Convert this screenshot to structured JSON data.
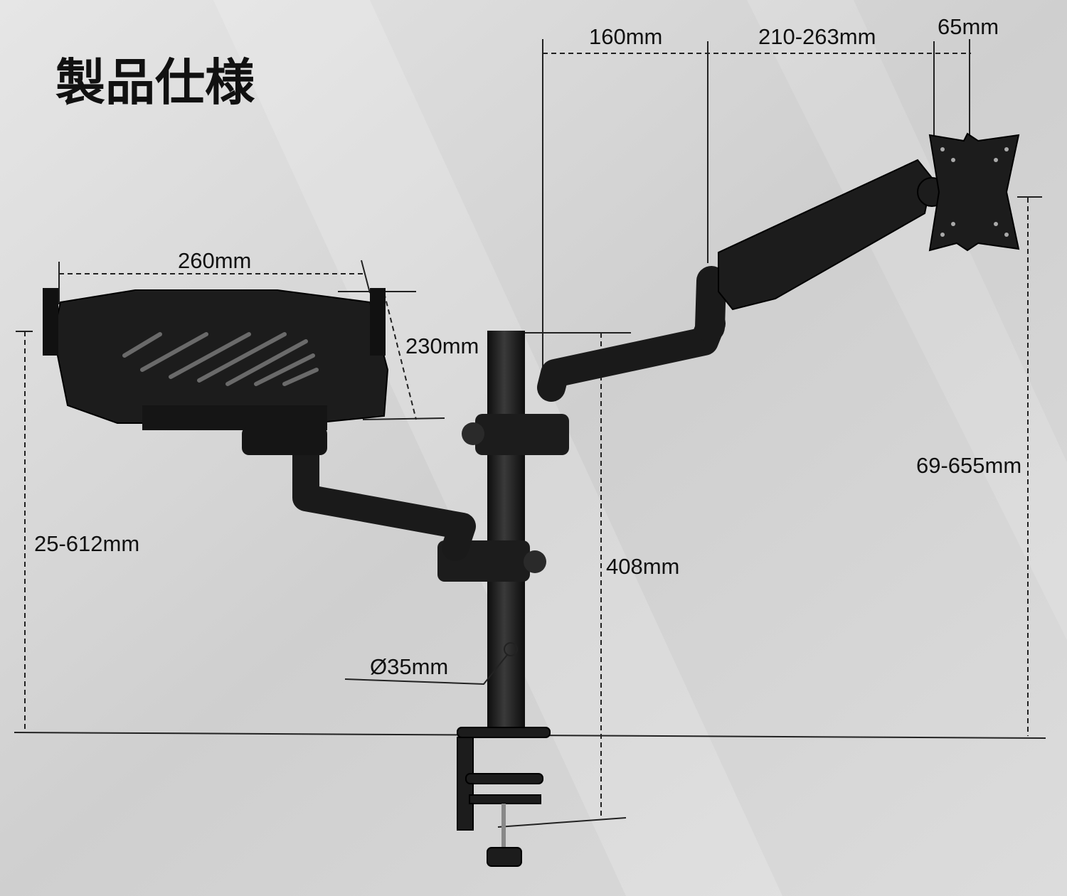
{
  "title": "製品仕様",
  "dimensions": {
    "arm_first_segment": "160mm",
    "arm_second_segment": "210-263mm",
    "vesa_offset": "65mm",
    "tray_width": "260mm",
    "tray_depth": "230mm",
    "monitor_height_range": "69-655mm",
    "tray_height_range": "25-612mm",
    "pole_height": "408mm",
    "pole_diameter": "Ø35mm"
  }
}
